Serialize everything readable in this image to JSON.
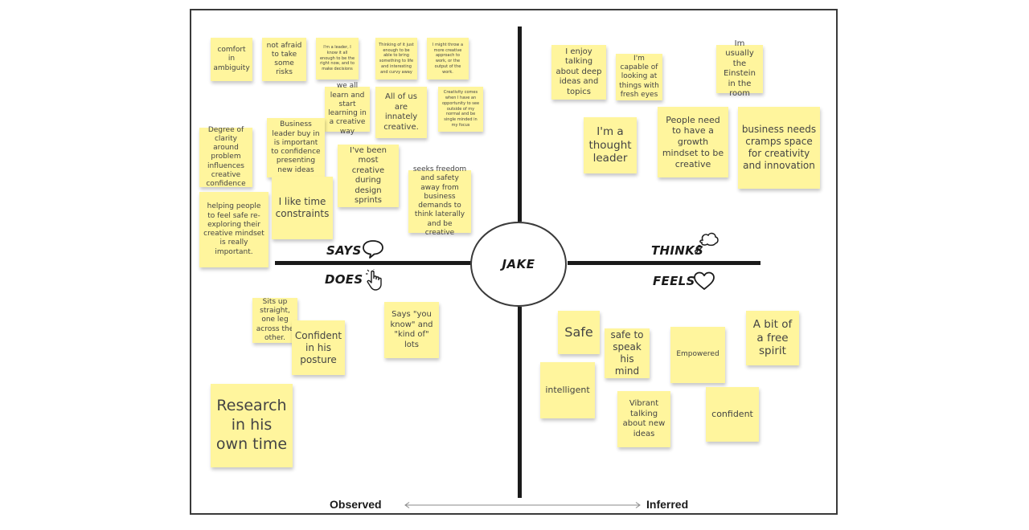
{
  "center": {
    "name": "JAKE"
  },
  "quadrants": {
    "says": "SAYS",
    "thinks": "THINKS",
    "does": "DOES",
    "feels": "FEELS"
  },
  "icons": {
    "says": "speech-bubble-icon",
    "thinks": "thought-cloud-icon",
    "does": "pointer-hand-icon",
    "feels": "heart-icon"
  },
  "colors": {
    "note": "#fff59d",
    "axis": "#1a1a1a",
    "border": "#3a3a3a"
  },
  "footer": {
    "observed": "Observed",
    "inferred": "Inferred"
  },
  "notes": {
    "says": [
      "comfort in ambiguity",
      "not afraid to take some risks",
      "I'm a leader, I know it all enough to be the right now, and to make decisions",
      "Thinking of it just enough to be able to bring something to life and interesting and curvy away",
      "I might throw a more creative approach to work, or the output of the work.",
      "we all learn and start learning in a creative way",
      "All of us are innately creative.",
      "Creativity comes when I have an opportunity to see outside of my normal and be single minded in my focus",
      "Degree of clarity around problem influences creative confidence",
      "Business leader buy in is important to confidence presenting new ideas",
      "I've been most creative during design sprints",
      "seeks freedom and safety away from business demands to think laterally and be creative",
      "helping people to feel safe re-exploring their creative mindset is really important.",
      "I like time constraints"
    ],
    "thinks": [
      "I enjoy talking about deep ideas and topics",
      "I'm capable of looking at things with fresh eyes",
      "Im usually the Einstein in the room",
      "I'm a thought leader",
      "People need to have a growth mindset to be creative",
      "business needs cramps space for creativity and innovation"
    ],
    "does": [
      "Sits up straight, one leg across the other.",
      "Confident in his posture",
      "Says \"you know\" and \"kind of\" lots",
      "Research in his own time"
    ],
    "feels": [
      "Safe",
      "safe to speak his mind",
      "Empowered",
      "A bit of a free spirit",
      "intelligent",
      "Vibrant talking about new ideas",
      "confident"
    ]
  }
}
